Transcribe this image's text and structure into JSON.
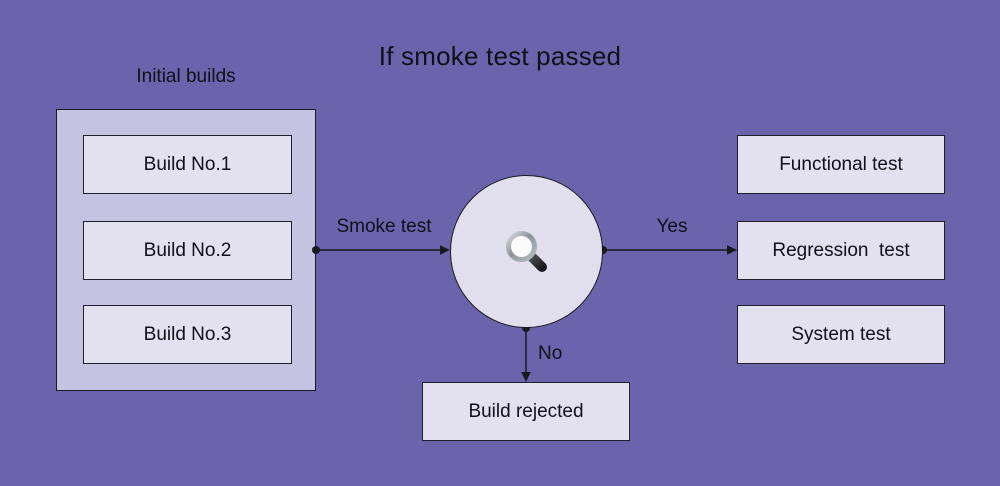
{
  "title": "If smoke test passed",
  "groups": {
    "initial_builds": {
      "label": "Initial builds",
      "items": [
        "Build No.1",
        "Build No.2",
        "Build No.3"
      ]
    }
  },
  "decision": {
    "shape": "circle",
    "icon": "magnifying-glass"
  },
  "edges": {
    "smoke_test": "Smoke test",
    "yes": "Yes",
    "no": "No"
  },
  "outcomes": {
    "passed_tests": [
      "Functional test",
      "Regression  test",
      "System test"
    ],
    "failed": "Build rejected"
  },
  "colors": {
    "background": "#6b64ac",
    "group_fill": "#c6c2e1",
    "node_fill": "#e3e1f0",
    "circle_fill": "#e1dfee",
    "stroke": "#1b1b1f",
    "text": "#101018"
  }
}
